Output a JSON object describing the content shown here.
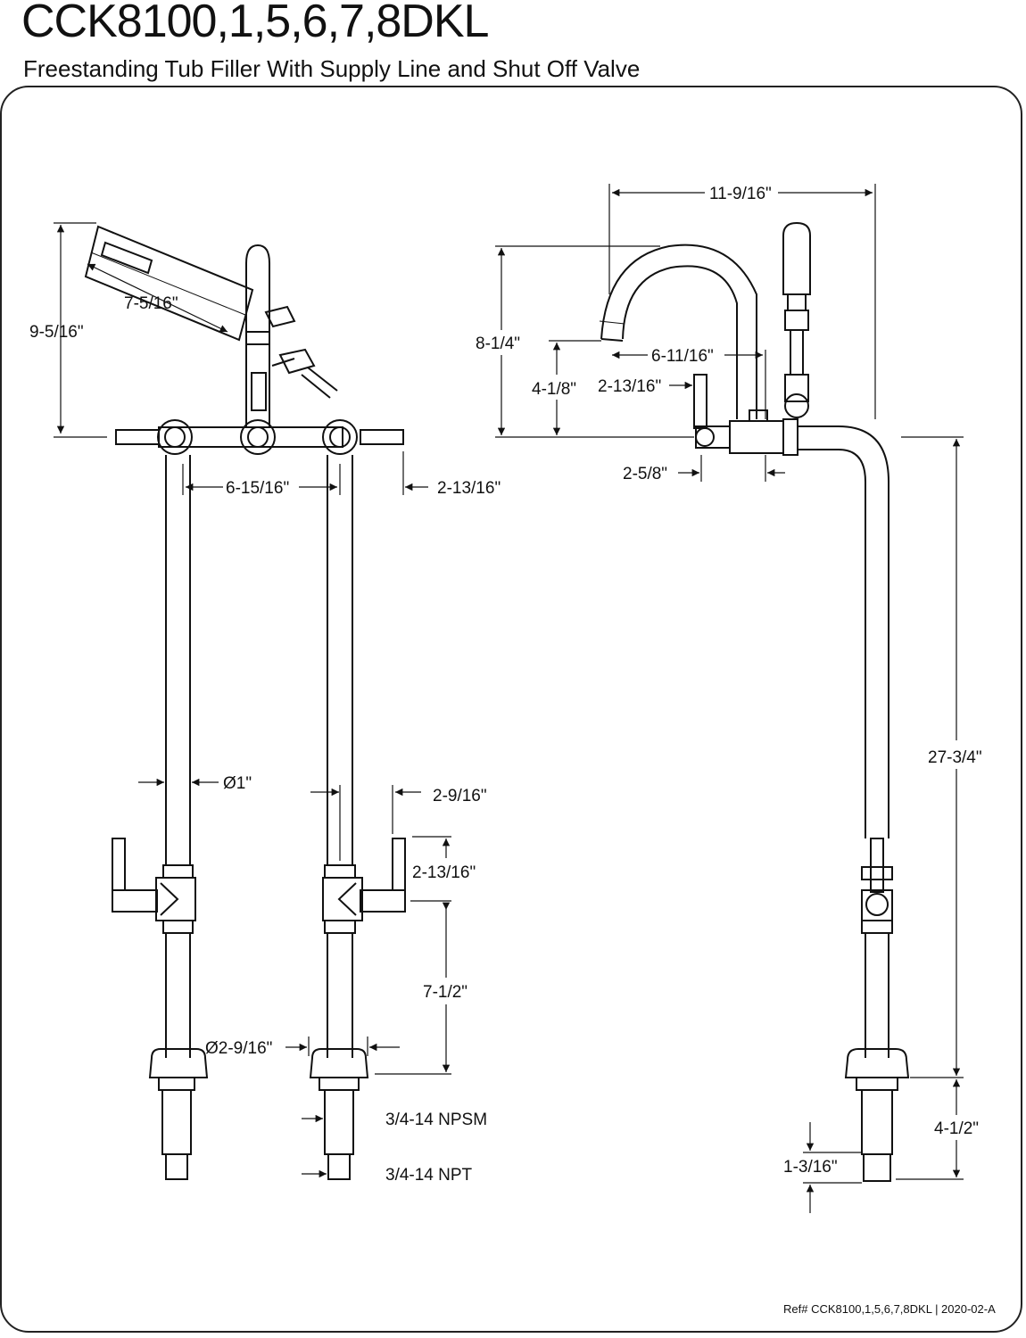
{
  "header": {
    "model": "CCK8100,1,5,6,7,8DKL",
    "description": "Freestanding Tub Filler With Supply Line and Shut Off Valve"
  },
  "front_view": {
    "dim_handshower_length": "7-5/16\"",
    "dim_overall_height": "9-5/16\"",
    "dim_center_spacing": "6-15/16\"",
    "dim_handle_width": "2-13/16\"",
    "dim_pipe_diameter": "Ø1\"",
    "dim_valve_offset": "2-9/16\"",
    "dim_valve_handle_height": "2-13/16\"",
    "dim_valve_to_floor": "7-1/2\"",
    "dim_flange_diameter": "Ø2-9/16\"",
    "thread_upper": "3/4-14 NPSM",
    "thread_lower": "3/4-14 NPT"
  },
  "side_view": {
    "dim_spout_reach": "11-9/16\"",
    "dim_spout_height": "8-1/4\"",
    "dim_spout_outlet_reach": "6-11/16\"",
    "dim_outlet_height": "4-1/8\"",
    "dim_handle_height": "2-13/16\"",
    "dim_body_depth": "2-5/8\"",
    "dim_riser_height": "27-3/4\"",
    "dim_below_floor": "4-1/2\"",
    "dim_thread_length": "1-3/16\""
  },
  "footer": {
    "reference": "Ref# CCK8100,1,5,6,7,8DKL | 2020-02-A"
  }
}
